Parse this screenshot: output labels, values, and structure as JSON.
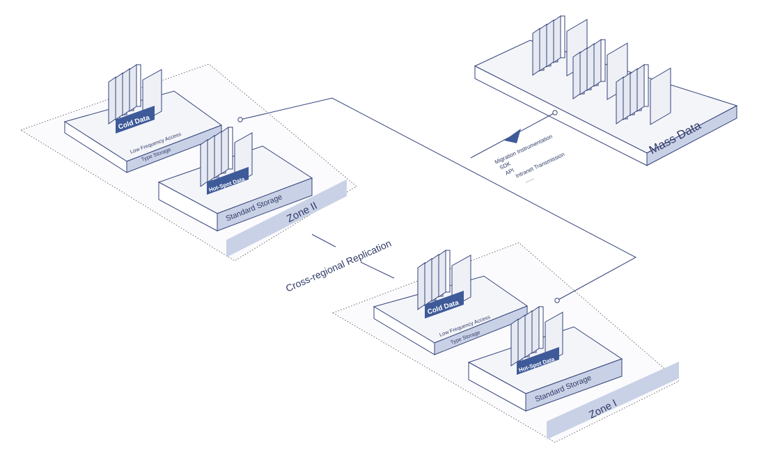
{
  "diagram": {
    "mass_data": {
      "label": "Mass Data"
    },
    "migration": {
      "methods": [
        "Migration Instrumentation",
        "SDK",
        "API",
        "Intranet Transmission",
        "......"
      ]
    },
    "replication_label": "Cross-regional Replication",
    "zone2": {
      "label": "Zone II",
      "cold_tag": "Cold Data",
      "low_freq_lines": [
        "Low Frequency Access",
        "Type Storage"
      ],
      "hot_tag": "Hot-Spot Data",
      "standard_label": "Standard Storage"
    },
    "zone1": {
      "label": "Zone I",
      "cold_tag": "Cold Data",
      "low_freq_lines": [
        "Low Frequency Access",
        "Type Storage"
      ],
      "hot_tag": "Hot-Spot Data",
      "standard_label": "Standard Storage"
    }
  },
  "colors": {
    "line": "#33427a",
    "accent": "#3e5a99",
    "band": "#c9d1e6",
    "dotted": "#6b6b6b",
    "panel_fill": "#f4f5f9",
    "text_dark": "#2f3a66"
  }
}
